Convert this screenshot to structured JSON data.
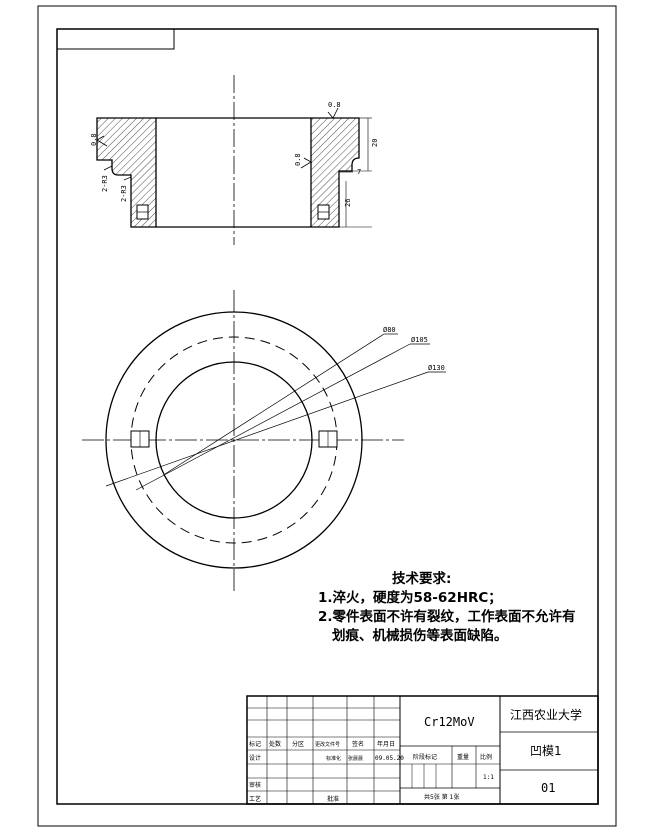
{
  "drawing": {
    "material": "Cr12MoV",
    "school": "江西农业大学",
    "part_name": "凹模1",
    "drawing_no": "01",
    "scale": "1:1",
    "sheets": "共5张  第 1张",
    "date": "09.05.20"
  },
  "title_block": {
    "h_mark": "标记",
    "h_count": "处数",
    "h_zone": "分区",
    "h_doc": "更改文件号",
    "h_sign": "签名",
    "h_date": "年月日",
    "h_design": "设计",
    "h_std": "标准化",
    "h_std_sign": "张晨晨",
    "h_review": "审核",
    "h_process": "工艺",
    "h_approve": "批准",
    "h_stage": "阶段标记",
    "h_weight": "重量",
    "h_ratio": "比例"
  },
  "technical_requirements": {
    "title": "技术要求:",
    "line1": "1.淬火，硬度为58-62HRC；",
    "line2": "2.零件表面不许有裂纹，工作表面不允许有",
    "line3": "划痕、机械损伤等表面缺陷。"
  },
  "dimensions": {
    "d_inner": "Ø80",
    "d_mid": "Ø105",
    "d_outer": "Ø130",
    "height_upper": "20",
    "height_lower": "26",
    "step": "7",
    "chamfer1": "2-R3",
    "chamfer2": "2-R3",
    "roughness_top": "0.8",
    "roughness_left": "0.8",
    "roughness_right": "0.8"
  }
}
